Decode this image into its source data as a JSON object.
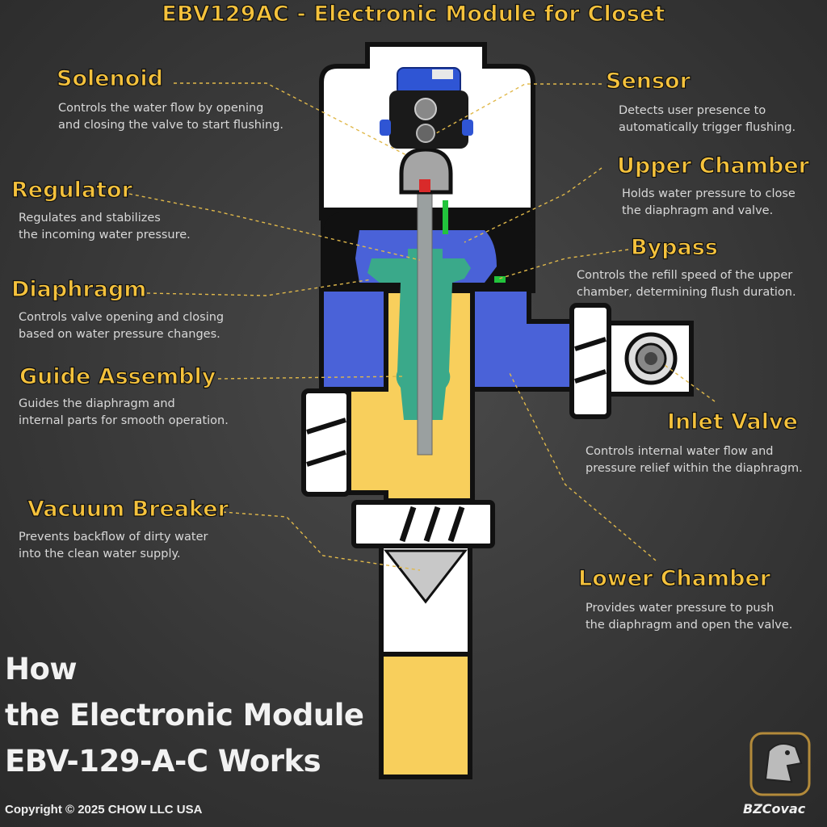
{
  "title": "EBV129AC - Electronic Module for Closet",
  "components": [
    {
      "id": "solenoid",
      "name": "Solenoid",
      "description": "Controls the water flow by opening\nand closing the valve to start flushing."
    },
    {
      "id": "sensor",
      "name": "Sensor",
      "description": "Detects user presence to\nautomatically trigger flushing."
    },
    {
      "id": "regulator",
      "name": "Regulator",
      "description": "Regulates and stabilizes\nthe incoming water pressure."
    },
    {
      "id": "upper-chamber",
      "name": "Upper Chamber",
      "description": "Holds water pressure to close\nthe diaphragm and valve."
    },
    {
      "id": "bypass",
      "name": "Bypass",
      "description": "Controls the refill speed of the upper\nchamber, determining flush duration."
    },
    {
      "id": "diaphragm",
      "name": "Diaphragm",
      "description": "Controls valve opening and closing\nbased on water pressure changes."
    },
    {
      "id": "guide-assembly",
      "name": "Guide Assembly",
      "description": "Guides the diaphragm and\ninternal parts for smooth operation."
    },
    {
      "id": "inlet-valve",
      "name": "Inlet Valve",
      "description": "Controls internal water flow and\npressure relief within the diaphragm."
    },
    {
      "id": "vacuum-breaker",
      "name": "Vacuum Breaker",
      "description": "Prevents backflow of dirty water\ninto the clean water supply."
    },
    {
      "id": "lower-chamber",
      "name": "Lower Chamber",
      "description": "Provides water pressure to push\nthe diaphragm and open the valve."
    }
  ],
  "heading": {
    "line1": "How",
    "line2": "the Electronic Module",
    "line3": "EBV-129-A-C Works"
  },
  "copyright": "Copyright © 2025 CHOW LLC USA",
  "brand": "BZCovac",
  "colors": {
    "label": "#f5c23c",
    "blue": "#4a62d8",
    "yellow": "#f8cf5c",
    "green": "#3aa98a",
    "leader": "#e0b84a"
  }
}
